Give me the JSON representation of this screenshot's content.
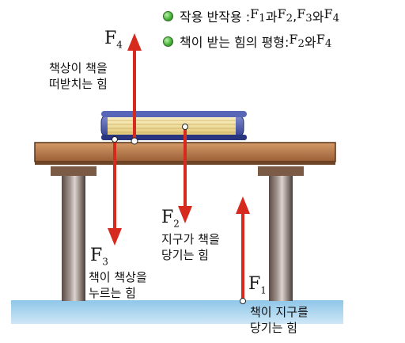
{
  "legend": {
    "line1_label": "작용 반작용 : ",
    "line1_pairs": [
      "F",
      "1",
      "과 ",
      "F",
      "2",
      ", ",
      "F",
      "3",
      "와 ",
      "F",
      "4"
    ],
    "line2_label": "책이 받는 힘의 평형: ",
    "line2_pairs": [
      "F",
      "2",
      "와 ",
      "F",
      "4"
    ]
  },
  "forces": {
    "f1": {
      "symbol": "F",
      "sub": "1",
      "desc_line1": "책이 지구를",
      "desc_line2": "당기는 힘"
    },
    "f2": {
      "symbol": "F",
      "sub": "2",
      "desc_line1": "지구가 책을",
      "desc_line2": "당기는 힘"
    },
    "f3": {
      "symbol": "F",
      "sub": "3",
      "desc_line1": "책이 책상을",
      "desc_line2": "누르는 힘"
    },
    "f4": {
      "symbol": "F",
      "sub": "4",
      "desc_line1": "책상이 책을",
      "desc_line2": "떠받치는 힘"
    }
  },
  "colors": {
    "arrow": "#d62a1e",
    "ground": "#8fc6e8",
    "table_top": "#b87a4a",
    "book_cover": "#3d4fa8",
    "book_pages": "#f4e4a0",
    "legend_dot": "#49b43a"
  }
}
